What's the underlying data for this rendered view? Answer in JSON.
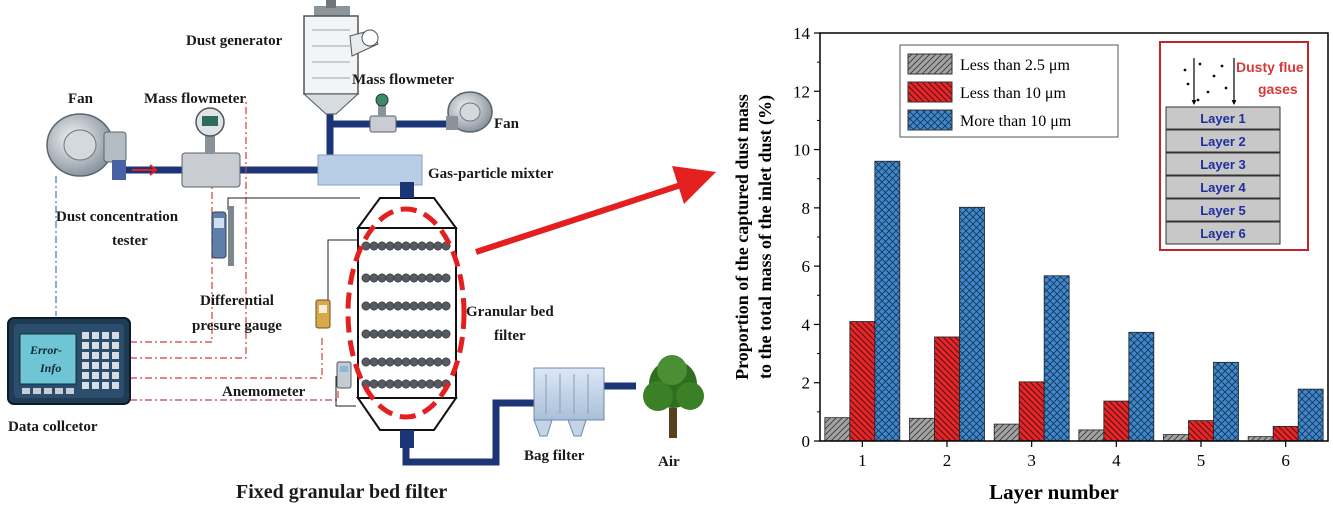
{
  "diagram": {
    "labels": {
      "fan_left": "Fan",
      "mass_flowmeter_left": "Mass flowmeter",
      "dust_generator": "Dust generator",
      "mass_flowmeter_top": "Mass flowmeter",
      "fan_right": "Fan",
      "gas_particle_mixer": "Gas-particle mixter",
      "dust_tester_line1": "Dust concentration",
      "dust_tester_line2": "tester",
      "diff_gauge_line1": "Differential",
      "diff_gauge_line2": "presure gauge",
      "granular_line1": "Granular bed",
      "granular_line2": "filter",
      "anemometer": "Anemometer",
      "data_collector": "Data collcetor",
      "bag_filter": "Bag filter",
      "air": "Air",
      "screen_line1": "Error-",
      "screen_line2": "Info"
    },
    "caption": "Fixed granular bed filter",
    "colors": {
      "pipe": "#1b3577",
      "signal": "#d43c3c",
      "arrow": "#e3201f",
      "mixer": "#b8cde6"
    }
  },
  "chart_data": {
    "type": "bar",
    "categories": [
      "1",
      "2",
      "3",
      "4",
      "5",
      "6"
    ],
    "series": [
      {
        "name": "Less than 2.5 μm",
        "color": "#9a9a9a",
        "pattern": "hatch-forward",
        "values": [
          0.8,
          0.78,
          0.58,
          0.38,
          0.22,
          0.15
        ]
      },
      {
        "name": "Less than 10 μm",
        "color": "#e3262a",
        "pattern": "hatch-back",
        "values": [
          4.1,
          3.57,
          2.03,
          1.37,
          0.7,
          0.5
        ]
      },
      {
        "name": "More than 10 μm",
        "color": "#3f87cc",
        "pattern": "crosshatch",
        "values": [
          9.6,
          8.02,
          5.67,
          3.73,
          2.7,
          1.78
        ]
      }
    ],
    "xlabel": "Layer number",
    "ylabel_line1": "Proportion of the captured dust mass",
    "ylabel_line2": "to the total mass of the inlet dust (%)",
    "ylim": [
      0,
      14
    ],
    "yticks": [
      0,
      2,
      4,
      6,
      8,
      10,
      12,
      14
    ],
    "grid": false,
    "legend_position": "top-left",
    "inset": {
      "title_line1": "Dusty flue",
      "title_line2": "gases",
      "layers": [
        "Layer 1",
        "Layer 2",
        "Layer 3",
        "Layer 4",
        "Layer 5",
        "Layer 6"
      ]
    }
  }
}
